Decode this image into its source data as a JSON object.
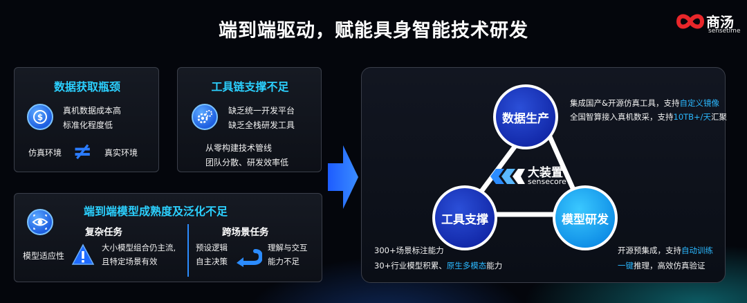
{
  "title": "端到端驱动，赋能具身智能技术研发",
  "logo": {
    "name": "商汤",
    "sub": "sensetime"
  },
  "colors": {
    "accent": "#2bd0ff",
    "highlight": "#2bb8ff",
    "node_blue": "#1228a8",
    "node_cyan": "#0f8ee6",
    "brand_red": "#e8262a"
  },
  "panel_data": {
    "title": "数据获取瓶颈",
    "icon": "dollar-coin-icon",
    "lines": [
      "真机数据成本高",
      "标准化程度低"
    ],
    "left_label": "仿真环境",
    "right_label": "真实环境",
    "symbol": "≠"
  },
  "panel_tools": {
    "title": "工具链支撑不足",
    "icon": "gears-icon",
    "lines": [
      "缺乏统一开发平台",
      "缺乏全栈研发工具"
    ],
    "lines2": [
      "从零构建技术管线",
      "团队分散、研发效率低"
    ]
  },
  "panel_model": {
    "title": "端到端模型成熟度及泛化不足",
    "icon": "eye-icon",
    "side_label": "模型适应性",
    "complex": {
      "heading": "复杂任务",
      "lines": [
        "大小模型组合仍主流,",
        "且特定场景有效"
      ]
    },
    "cross": {
      "heading": "跨场景任务",
      "left_lines": [
        "预设逻辑",
        "自主决策"
      ],
      "right_lines": [
        "理解与交互",
        "能力不足"
      ]
    }
  },
  "diagram": {
    "center_name": "大装置",
    "center_sub": "sensecore",
    "node_top": "数据生产",
    "node_left": "工具支撑",
    "node_right": "模型研发",
    "top_text": {
      "line1_pre": "集成国产&开源仿真工具，支持",
      "line1_hl": "自定义镜像",
      "line2_pre": "全国智算接入真机数采，支持",
      "line2_hl": "10TB+/天",
      "line2_post": "汇聚"
    },
    "left_text": {
      "line1": "300+场景标注能力",
      "line2_pre": "30+行业模型积累、",
      "line2_hl": "原生多模态",
      "line2_post": "能力"
    },
    "right_text": {
      "line1_pre": "开源预集成，支持",
      "line1_hl": "自动训练",
      "line2_hl": "一键",
      "line2_post": "推理，高效仿真验证"
    }
  }
}
